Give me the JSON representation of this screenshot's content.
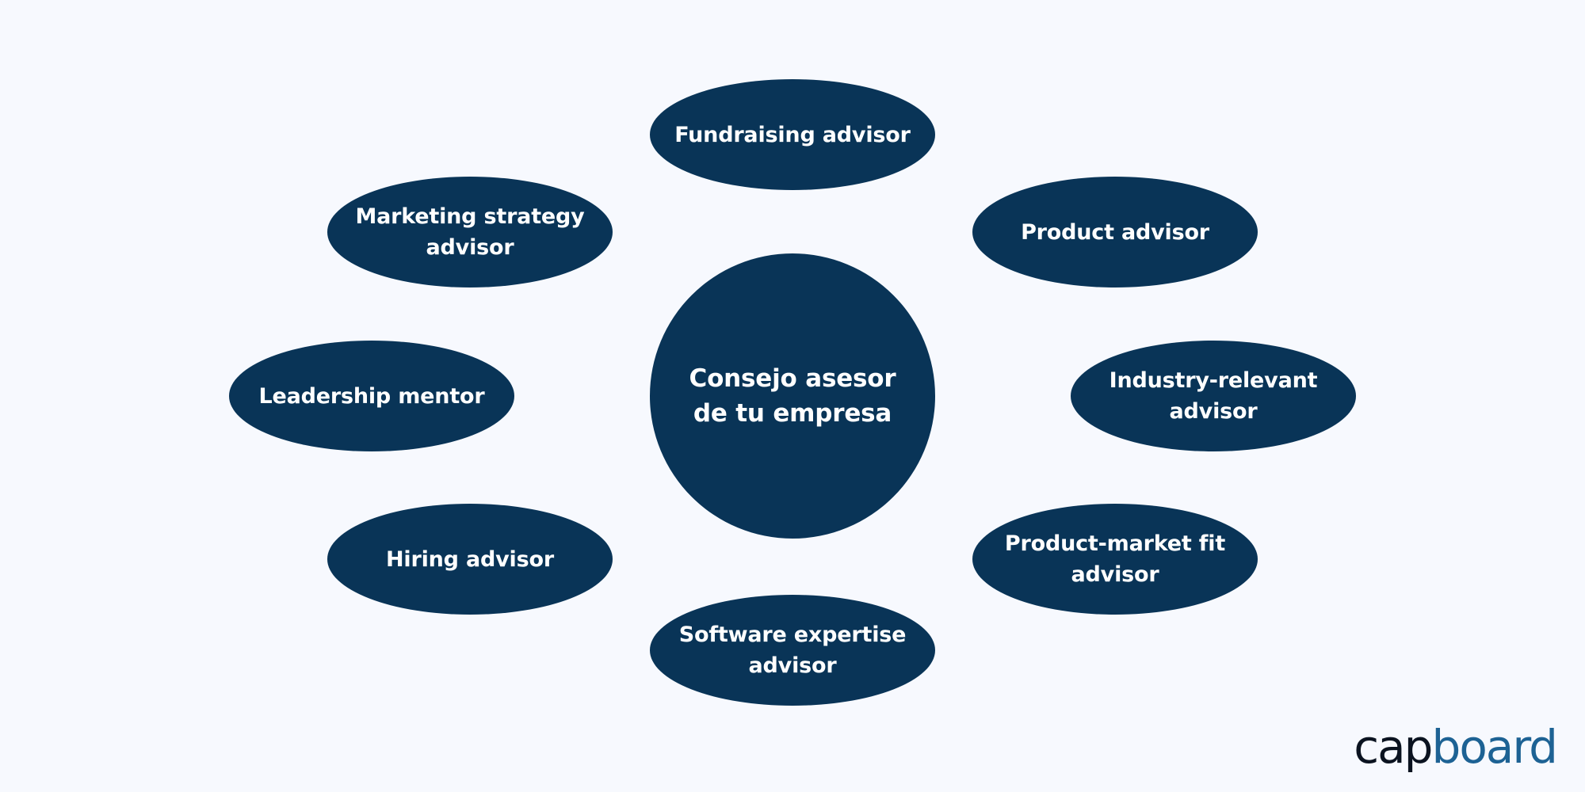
{
  "diagram": {
    "center": "Consejo asesor\nde tu empresa",
    "nodes": {
      "fundraising": "Fundraising advisor",
      "marketing": "Marketing strategy\nadvisor",
      "product": "Product advisor",
      "leadership": "Leadership mentor",
      "industry": "Industry-relevant\nadvisor",
      "hiring": "Hiring advisor",
      "pmf": "Product-market fit\nadvisor",
      "software": "Software expertise\nadvisor"
    }
  },
  "brand": {
    "part1": "cap",
    "part2": "board"
  },
  "colors": {
    "background": "#f7f9fe",
    "node_fill": "#093457",
    "node_text": "#ffffff",
    "brand_dark": "#0b1320",
    "brand_blue": "#1d6294"
  }
}
